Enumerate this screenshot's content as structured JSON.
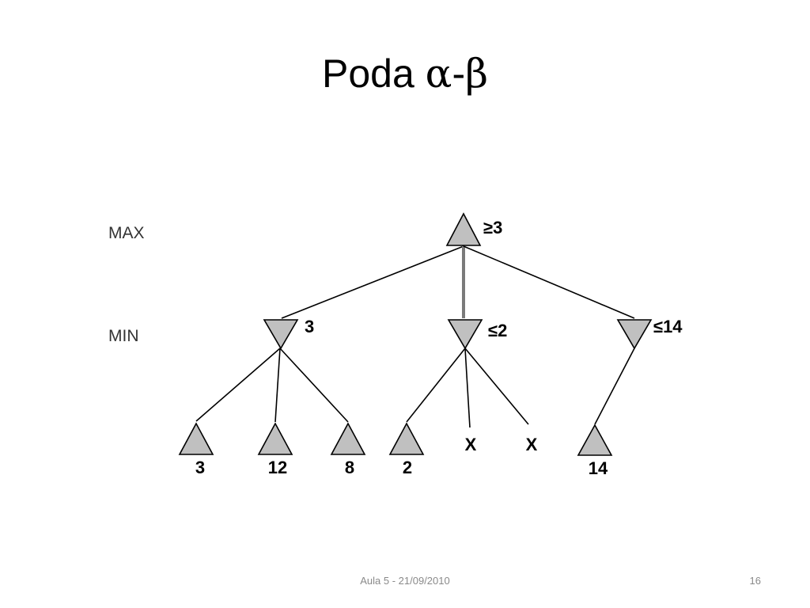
{
  "slide": {
    "title_prefix": "Poda ",
    "title_alpha": "α",
    "title_sep": "-",
    "title_beta": "β"
  },
  "diagram": {
    "level_max": "MAX",
    "level_min": "MIN",
    "root_value": "≥3",
    "min_values": [
      "3",
      "≤2",
      "≤14"
    ],
    "leaf_values": [
      "3",
      "12",
      "8",
      "2",
      "14"
    ],
    "pruned_marks": [
      "X",
      "X"
    ],
    "node_fill": "#c0c0c0",
    "edge_color": "#000000",
    "highlight_edge_color": "#7a7a7a"
  },
  "footer": {
    "date": "Aula 5 - 21/09/2010",
    "page": "16"
  }
}
